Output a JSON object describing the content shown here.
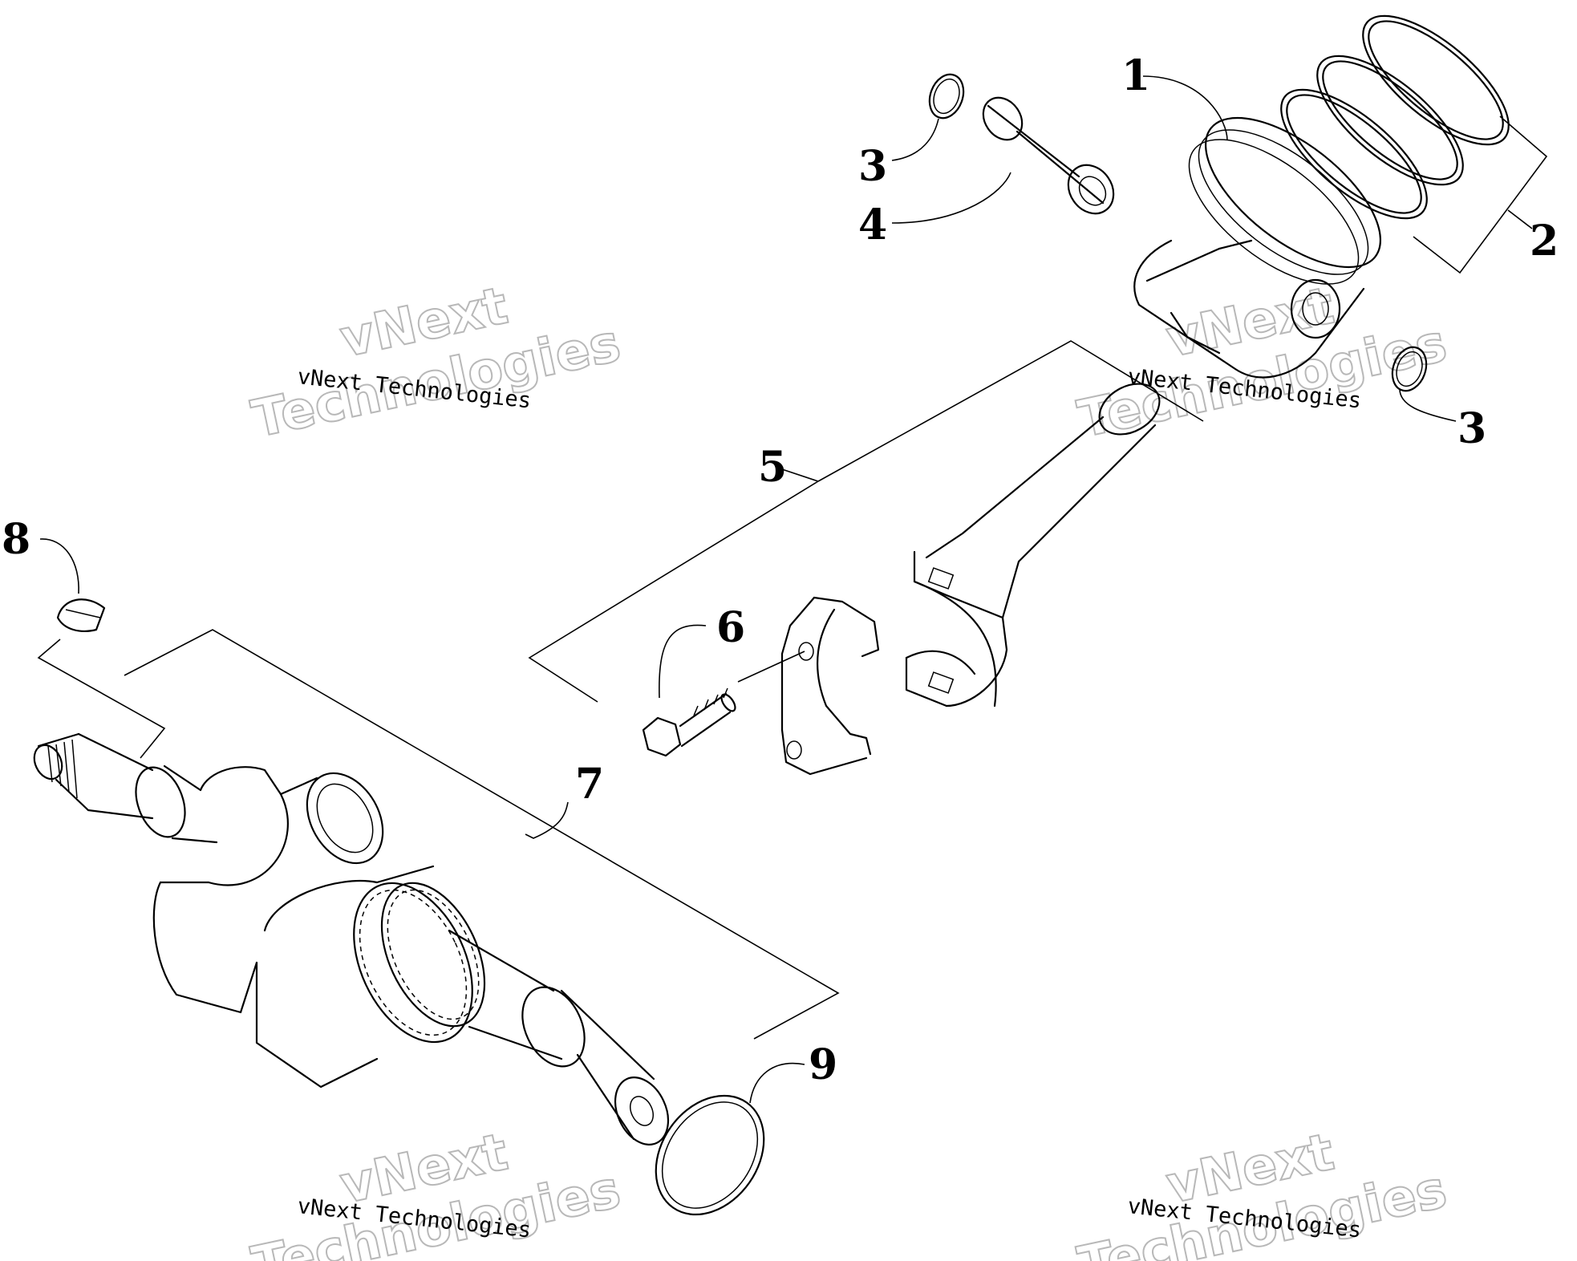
{
  "callouts": {
    "c1": "1",
    "c2": "2",
    "c3a": "3",
    "c3b": "3",
    "c4": "4",
    "c5": "5",
    "c6": "6",
    "c7": "7",
    "c8": "8",
    "c9": "9"
  },
  "watermark": {
    "line": "vNext Technologies",
    "big_top": "vNext",
    "big_bottom": "Technologies"
  }
}
